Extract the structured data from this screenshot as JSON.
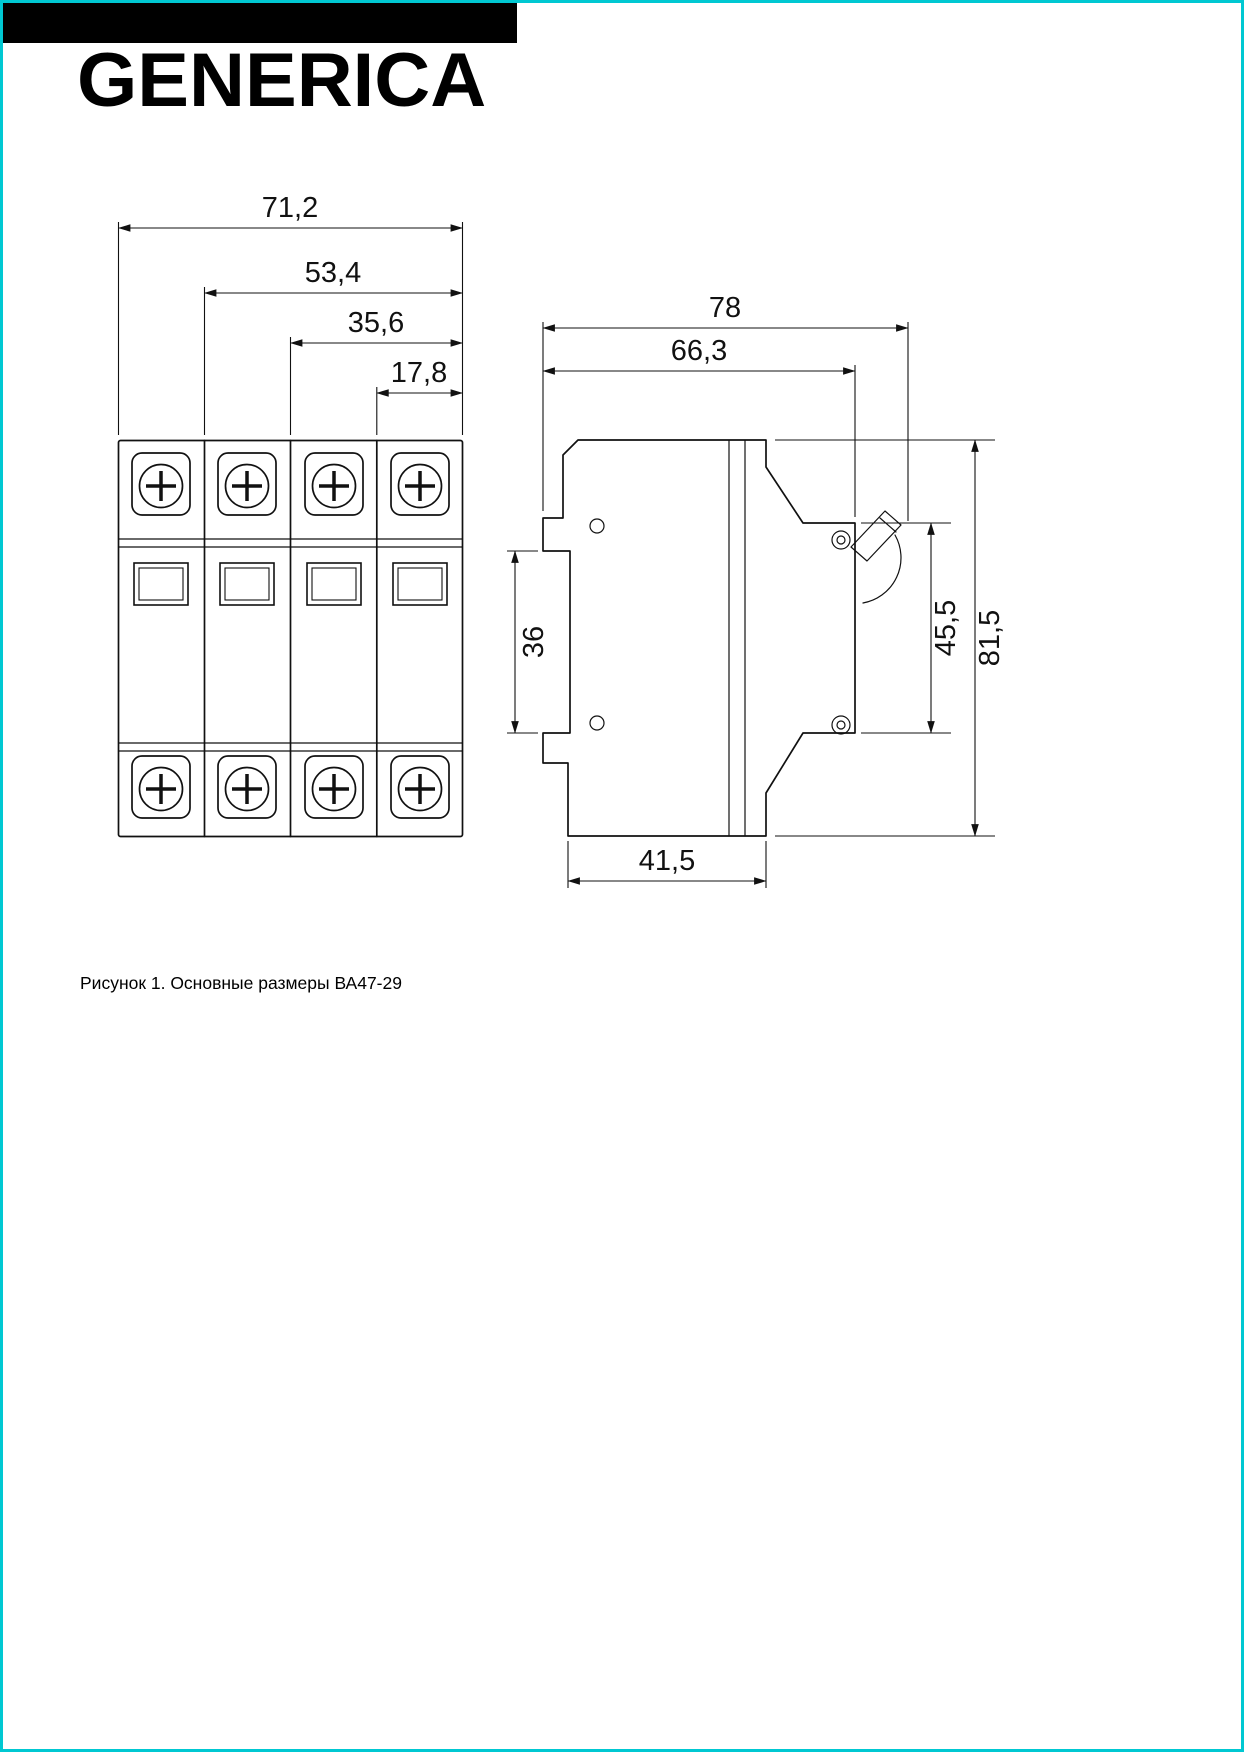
{
  "logo": {
    "text": "GENERICA"
  },
  "caption": "Рисунок 1. Основные размеры ВА47-29",
  "dims": {
    "front_total": "71,2",
    "front_three_modules": "53,4",
    "front_two_modules": "35,6",
    "front_one_module": "17,8",
    "side_depth_total": "78",
    "side_depth_body": "66,3",
    "side_din_rail": "36",
    "side_front_height": "45,5",
    "side_total_height": "81,5",
    "side_rear_depth": "41,5"
  },
  "colors": {
    "border": "#00c8d2",
    "logo_bg": "#000000",
    "line": "#111111",
    "text": "#000000",
    "bg": "#ffffff"
  }
}
